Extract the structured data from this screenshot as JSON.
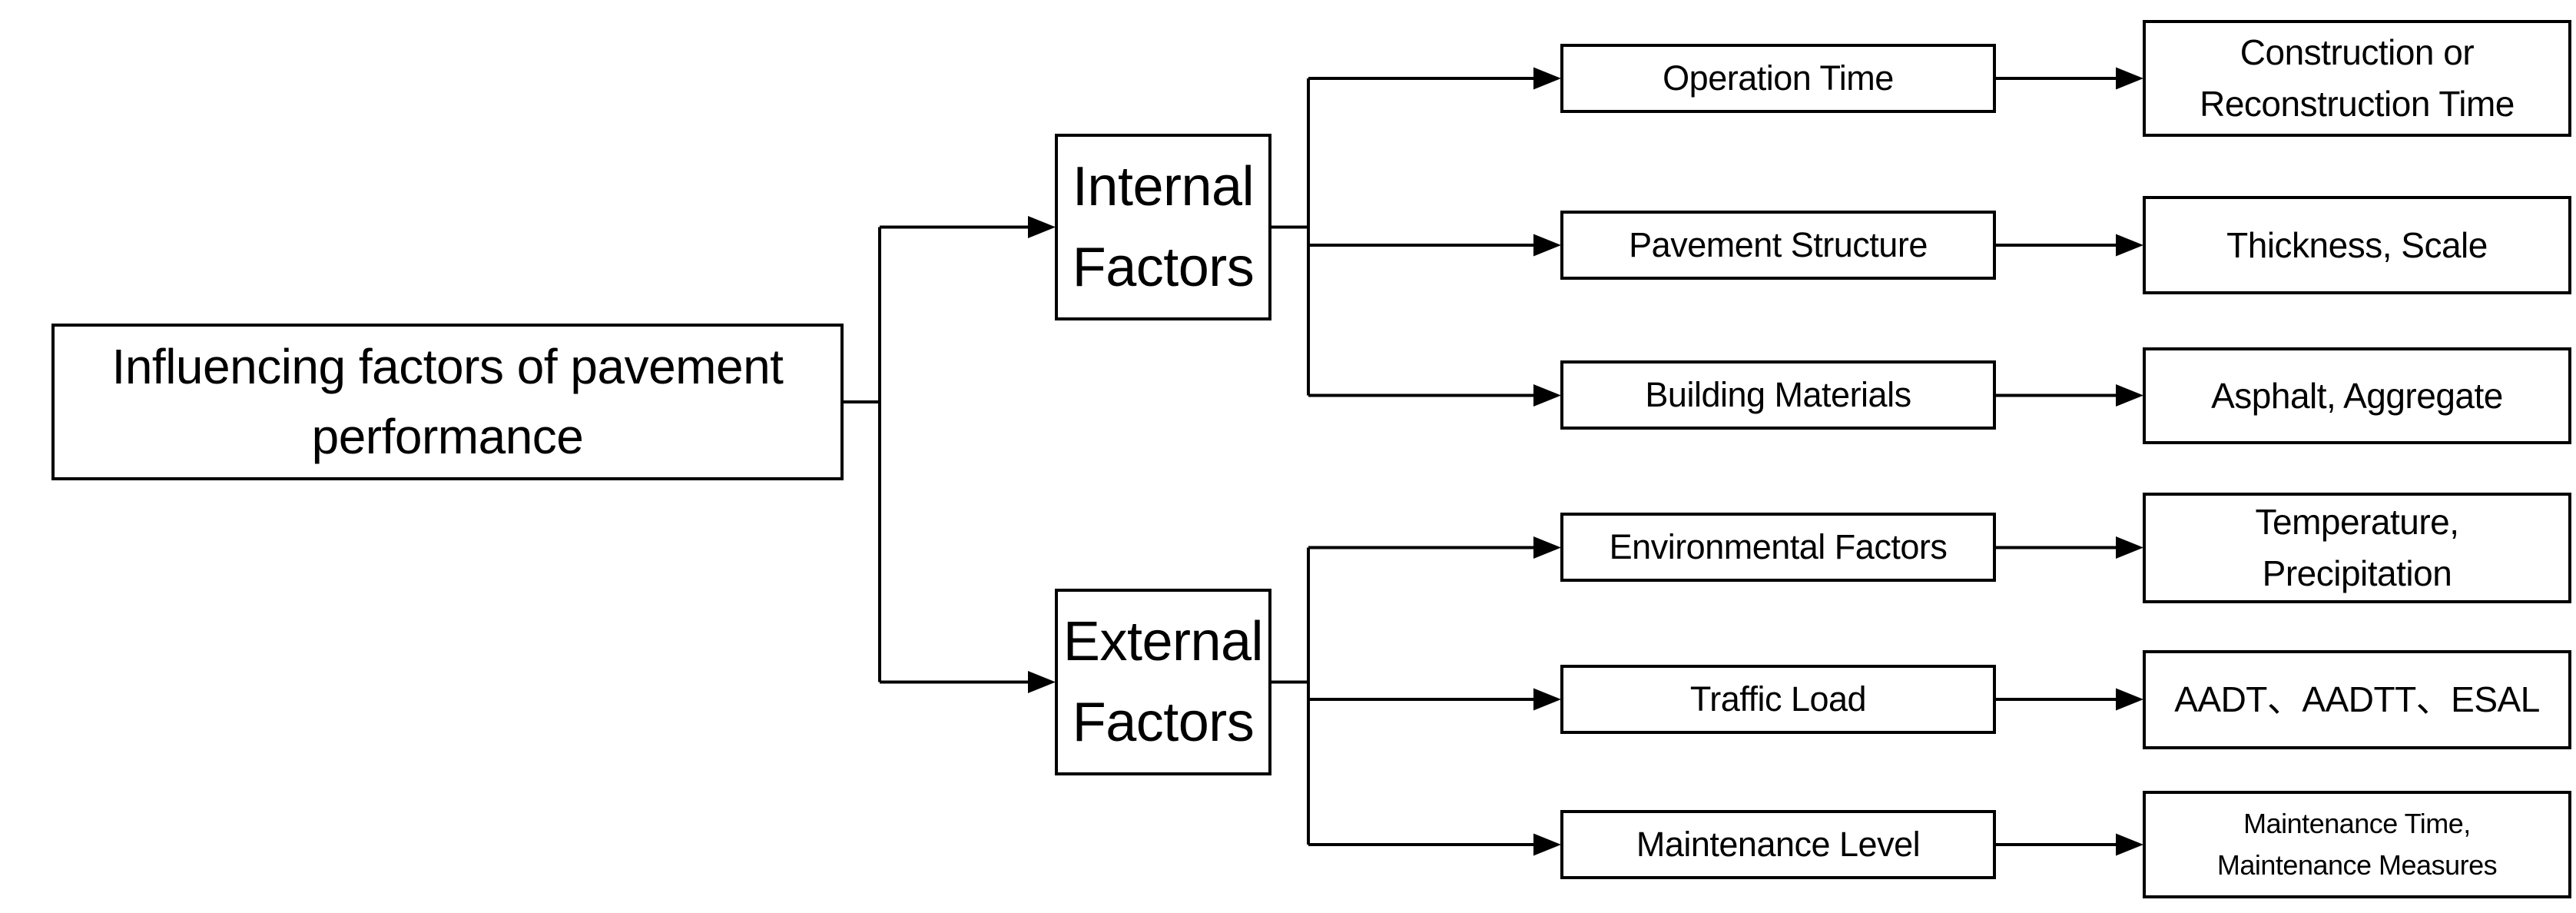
{
  "diagram": {
    "root": {
      "label": "Influencing factors of pavement\nperformance"
    },
    "branches": [
      {
        "label": "Internal\nFactors",
        "children": [
          {
            "factor": "Operation Time",
            "detail": "Construction or\nReconstruction Time"
          },
          {
            "factor": "Pavement Structure",
            "detail": "Thickness, Scale"
          },
          {
            "factor": "Building Materials",
            "detail": "Asphalt, Aggregate"
          }
        ]
      },
      {
        "label": "External\nFactors",
        "children": [
          {
            "factor": "Environmental Factors",
            "detail": "Temperature,\nPrecipitation"
          },
          {
            "factor": "Traffic Load",
            "detail": "AADT、AADTT、ESAL"
          },
          {
            "factor": "Maintenance Level",
            "detail": "Maintenance Time,\nMaintenance Measures"
          }
        ]
      }
    ],
    "colors": {
      "line": "#000000",
      "box_border": "#000000",
      "box_fill": "#ffffff",
      "background": "#ffffff",
      "text": "#000000"
    }
  }
}
